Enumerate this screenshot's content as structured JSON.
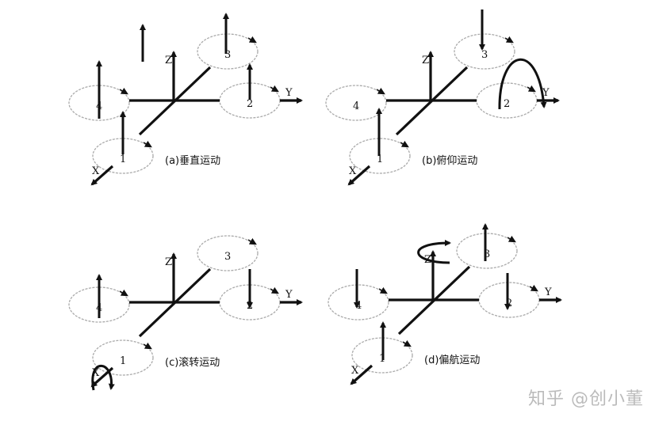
{
  "axes": {
    "x": "X",
    "y": "Y",
    "z": "Z"
  },
  "rotor_labels": [
    "1",
    "2",
    "3",
    "4"
  ],
  "panels": [
    {
      "id": "a",
      "caption": "(a)垂直运动"
    },
    {
      "id": "b",
      "caption": "(b)俯仰运动"
    },
    {
      "id": "c",
      "caption": "(c)滚转运动"
    },
    {
      "id": "d",
      "caption": "(d)偏航运动"
    }
  ],
  "watermark": "知乎 @创小董"
}
